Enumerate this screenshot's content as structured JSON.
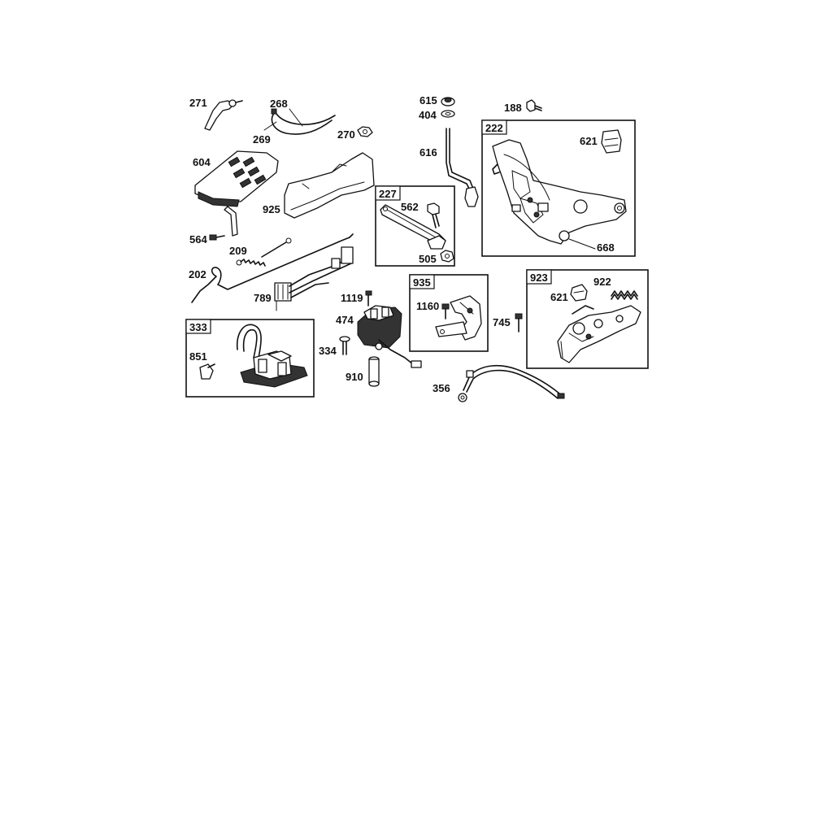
{
  "labels": {
    "p271": "271",
    "p268": "268",
    "p269": "269",
    "p270": "270",
    "p604": "604",
    "p925": "925",
    "p564": "564",
    "p209": "209",
    "p202": "202",
    "p789": "789",
    "p615": "615",
    "p404": "404",
    "p616": "616",
    "p188": "188",
    "p621a": "621",
    "p668": "668",
    "p562": "562",
    "p505": "505",
    "p1119": "1119",
    "p474": "474",
    "p1160": "1160",
    "p745": "745",
    "p621b": "621",
    "p922": "922",
    "p851": "851",
    "p334": "334",
    "p910": "910",
    "p356": "356"
  },
  "boxes": {
    "b222": "222",
    "b227": "227",
    "b935": "935",
    "b923": "923",
    "b333": "333"
  }
}
